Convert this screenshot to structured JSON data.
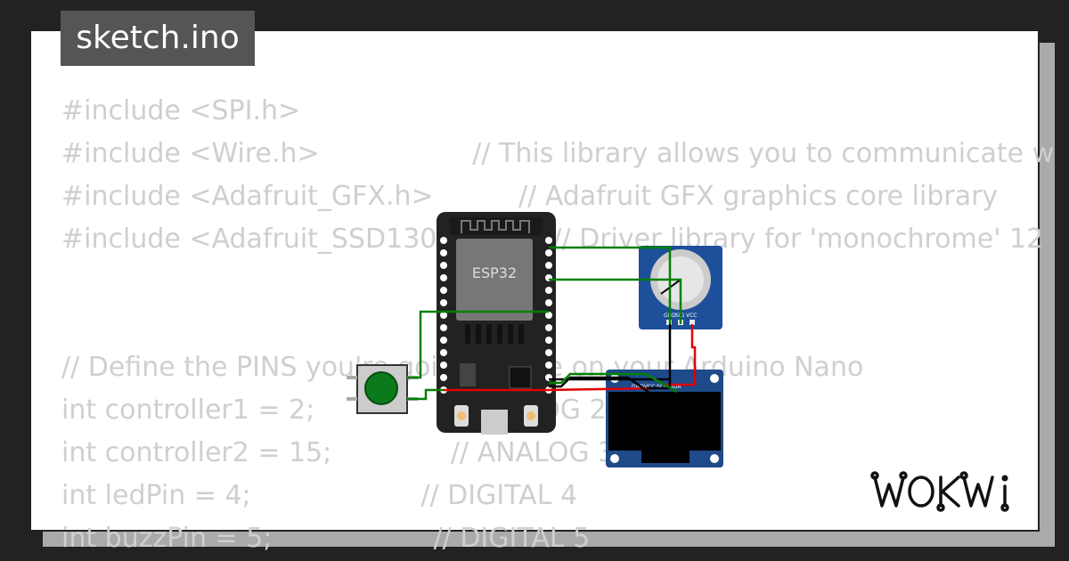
{
  "file_tab": {
    "title": "sketch.ino"
  },
  "code_lines": [
    "#include <SPI.h>",
    "#include <Wire.h>                  // This library allows you to communicate w",
    "#include <Adafruit_GFX.h>          // Adafruit GFX graphics core library",
    "#include <Adafruit_SSD1306.h>      // Driver library for 'monochrome' 12",
    "",
    "",
    "// Define the PINS you're going to use on your Arduino Nano",
    "int controller1 = 2;               // ANALOG 2",
    "int controller2 = 15;              // ANALOG 3",
    "int ledPin = 4;                    // DIGITAL 4",
    "int buzzPin = 5;                   // DIGITAL 5"
  ],
  "diagram": {
    "esp32_label": "ESP32",
    "potentiometer_pins": [
      "GND",
      "SIG",
      "VCC"
    ],
    "oled_pins": [
      "GND",
      "VCC",
      "SCL",
      "SDA"
    ]
  },
  "brand": {
    "logo_text": "WOKWI"
  },
  "colors": {
    "background": "#222222",
    "card": "#ffffff",
    "code_text": "#cfcfcf",
    "tag_bg": "#555555",
    "board": "#222222",
    "wire_green": "#008000",
    "wire_red": "#e00000",
    "wire_black": "#000000",
    "oled_blue": "#1e4a8a",
    "pot_blue": "#1e4f9a",
    "button_green": "#0a7a1a"
  }
}
